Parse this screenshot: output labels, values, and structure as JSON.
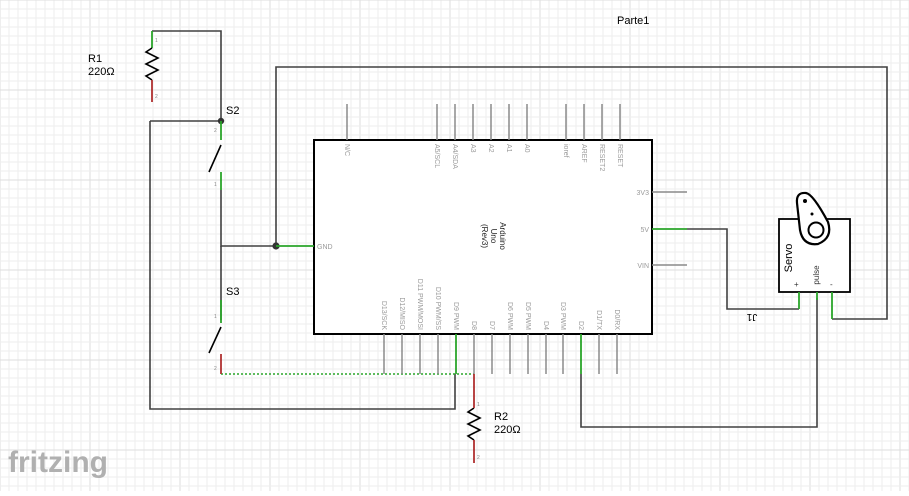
{
  "diagram": {
    "title": "Parte1",
    "watermark": "fritzing",
    "components": {
      "r1": {
        "ref": "R1",
        "value": "220Ω"
      },
      "r2": {
        "ref": "R2",
        "value": "220Ω"
      },
      "s2": {
        "ref": "S2"
      },
      "s3": {
        "ref": "S3"
      },
      "j1": {
        "ref": "J1"
      },
      "servo": {
        "name": "Servo",
        "pins": {
          "plus": "+",
          "pulse": "pulse",
          "minus": "-"
        }
      },
      "arduino": {
        "name": "Arduino",
        "model": "Uno",
        "rev": "(Rev3)",
        "top_pins": [
          "N/C",
          "A5/SCL",
          "A4/SDA",
          "A3",
          "A2",
          "A1",
          "A0",
          "ioref",
          "AREF",
          "RESET2",
          "RESET"
        ],
        "right_pins": [
          "3V3",
          "5V",
          "VIN"
        ],
        "left_pins": [
          "GND"
        ],
        "bottom_pins": [
          "D13/SCK",
          "D12/MISO",
          "D11 PWM/MOSI",
          "D10 PWM/SS",
          "D9 PWM",
          "D8",
          "D7",
          "D6 PWM",
          "D5 PWM",
          "D4",
          "D3 PWM",
          "D2",
          "D1/TX",
          "D0/RX"
        ]
      }
    },
    "colors": {
      "wire": "#404040",
      "pin_connected": "#2aa52a",
      "pin_end_red": "#b03030",
      "pin_gray": "#8a8a8a",
      "grid": "#e8e8e8"
    }
  }
}
